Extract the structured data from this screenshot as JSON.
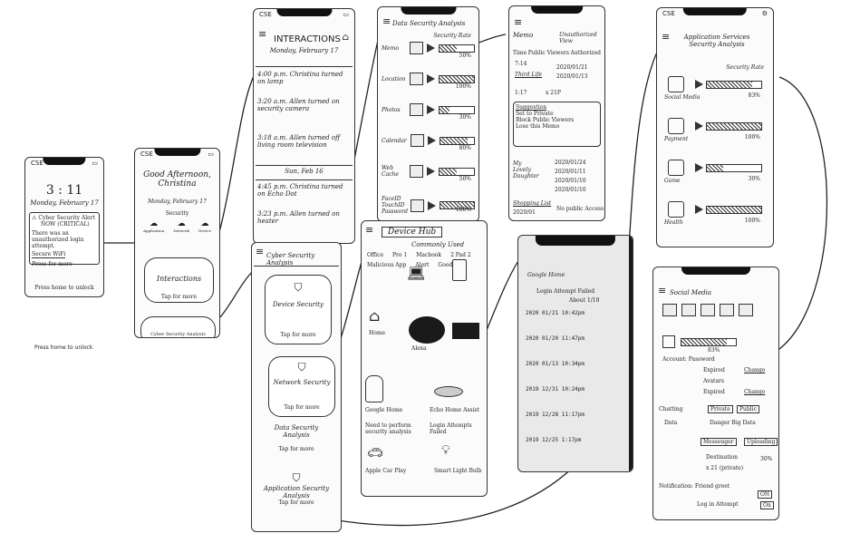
{
  "phone1": {
    "status": "CSE",
    "time": "3 : 11",
    "date": "Monday, February 17",
    "alert_title": "Cyber Security Alert",
    "alert_badge": "NOW (CRITICAL)",
    "alert_body": "There was an unauthorized login attempt.",
    "alert_link": "Secure WiFi",
    "press_more": "Press for more",
    "unlock": "Press home to unlock"
  },
  "phone2": {
    "status": "CSE",
    "greeting": "Good Afternoon, Christina",
    "date": "Monday, February 17",
    "security_label": "Security",
    "icons": [
      "Application",
      "Network",
      "Device"
    ],
    "card1": "Interactions",
    "card1_tap": "Tap for more",
    "card2": "Cyber Security Analysis"
  },
  "phone3": {
    "status": "CSE",
    "title": "INTERACTIONS",
    "date": "Monday, February 17",
    "entries": [
      "4:00 p.m. Christina turned on lamp",
      "3:20 a.m. Allen turned on security camera",
      "3:18 a.m. Allen turned off living room television"
    ],
    "date2": "Sun, Feb 16",
    "entries2": [
      "4:45 p.m. Christina turned on Echo Dot",
      "3:23 p.m. Allen turned on heater"
    ]
  },
  "phone4": {
    "title": "Cyber Security Analysis",
    "card1": "Device Security",
    "card1_tap": "Tap for more",
    "card2": "Network Security",
    "card2_tap": "Tap for more",
    "card3": "Data Security Analysis",
    "card3_tap": "Tap for more",
    "card4": "Application Security Analysis",
    "card4_tap": "Tap for more"
  },
  "phone5": {
    "title": "Data Security Analysis",
    "header": "Security Rate",
    "rows": [
      {
        "label": "Memo",
        "pct": "50%",
        "value": 0.5
      },
      {
        "label": "Location",
        "pct": "100%",
        "value": 1.0
      },
      {
        "label": "Photos",
        "pct": "30%",
        "value": 0.3
      },
      {
        "label": "Calendar",
        "pct": "80%",
        "value": 0.8
      },
      {
        "label": "Web Cache",
        "pct": "50%",
        "value": 0.5
      },
      {
        "label": "FaceID TouchID Password",
        "pct": "100%",
        "value": 1.0
      }
    ]
  },
  "phone6": {
    "title": "Device Hub",
    "subtitle": "Commonly Used",
    "devices": [
      "Office",
      "Pro 1",
      "Macbook",
      "2 Pad 2",
      "Malicious App",
      "Alert",
      "Good",
      "Home",
      "Alexa",
      "Google Home",
      "Echo Home Assist",
      "Need to perform security analysis",
      "Login Attempts Failed",
      "Apple Car Play",
      "Smart Light Bulb"
    ]
  },
  "phone7": {
    "memo": "Memo",
    "unauth": "Unauthorized View",
    "cols": [
      "Time",
      "Public Viewers",
      "Authorized"
    ],
    "row1": "7:14",
    "row1_date": "2020/01/21",
    "third_life": "Third Life",
    "row2_date": "2020/01/13",
    "row3": "1:17",
    "row3_val": "x 21P",
    "suggestion": "Suggestion",
    "options": [
      "Set to Private",
      "Block Public Viewers",
      "Lose this Memo"
    ],
    "my_lovely": "My Lovely Daughter",
    "dates": [
      "2020/01/24",
      "2020/01/11",
      "2020/01/10",
      "2020/01/10"
    ],
    "shopping": "Shopping List",
    "shop_date": "2020/01",
    "no_access": "No public Access"
  },
  "phone8": {
    "title": "Google Home",
    "subtitle": "Login Attempt Failed",
    "about": "About 1/10",
    "logs": [
      "2020 01/21 10:42pm",
      "2020 01/20 11:47pm",
      "2020 01/13 10:34pm",
      "2019 12/31 10:24pm",
      "2019 12/28 11:17pm",
      "2019 12/25 1:17pm"
    ]
  },
  "phone9": {
    "status": "CSE",
    "title": "Application Services Security Analysis",
    "header": "Security Rate",
    "rows": [
      {
        "label": "Social Media",
        "pct": "83%",
        "value": 0.83
      },
      {
        "label": "Payment",
        "pct": "100%",
        "value": 1.0
      },
      {
        "label": "Game",
        "pct": "30%",
        "value": 0.3
      },
      {
        "label": "Health",
        "pct": "100%",
        "value": 1.0
      }
    ]
  },
  "phone10": {
    "title": "Social Media",
    "pct": "83%",
    "account": "Account: Password",
    "expired": "Expired",
    "change": "Change",
    "avatar": "Avatars",
    "expired2": "Expired",
    "change2": "Change",
    "chatting": "Chatting",
    "data": "Data",
    "private": "Private",
    "public": "Public",
    "danger": "Danger Big Data",
    "messenger": "Messenger",
    "uploading": "Uploading",
    "destination": "Destination",
    "dest_val": "x 21 (private)",
    "pct2": "30%",
    "notification": "Notification: Friend greet",
    "notif_on": "ON",
    "login_attempt": "Log in Attempt",
    "login_on": "On"
  }
}
